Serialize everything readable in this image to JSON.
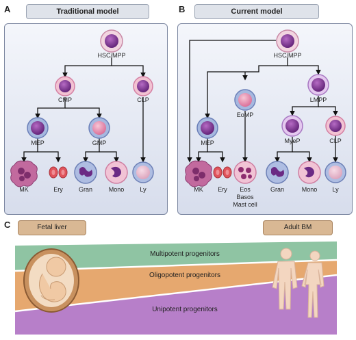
{
  "panels": {
    "a": {
      "letter": "A",
      "title": "Traditional model",
      "nodes": {
        "hsc": "HSC/MPP",
        "cmp": "CMP",
        "clp": "CLP",
        "mep": "MEP",
        "gmp": "GMP",
        "mk": "MK",
        "ery": "Ery",
        "gran": "Gran",
        "mono": "Mono",
        "ly": "Ly"
      }
    },
    "b": {
      "letter": "B",
      "title": "Current model",
      "nodes": {
        "hsc": "HSC/MPP",
        "lmpp": "LMPP",
        "eomp": "EoMP",
        "mep": "MEP",
        "myep": "MyeP",
        "clp": "CLP",
        "mk": "MK",
        "ery": "Ery",
        "eos": "Eos",
        "basos": "Basos",
        "mast": "Mast cell",
        "gran": "Gran",
        "mono": "Mono",
        "ly": "Ly"
      }
    },
    "c": {
      "letter": "C",
      "fetal": "Fetal liver",
      "adult": "Adult BM",
      "bands": {
        "multi": "Multipotent progenitors",
        "oligo": "Oligopotent progenitors",
        "uni": "Unipotent progenitors"
      }
    }
  },
  "colors": {
    "multi_band": "#8fc4a3",
    "oligo_band": "#e6a86f",
    "uni_band": "#b77fc9",
    "panel_header": "#dfe3ea",
    "tan_pill": "#d9b894"
  }
}
